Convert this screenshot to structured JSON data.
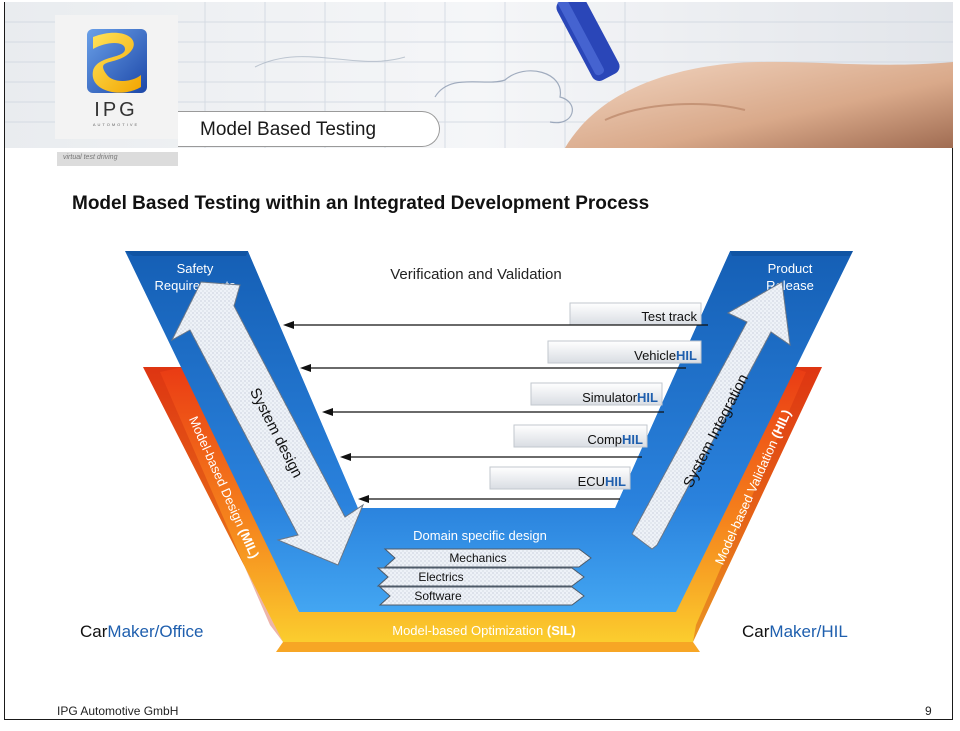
{
  "header": {
    "title": "Model Based Testing",
    "logo_text": "IPG",
    "logo_subtext": "AUTOMOTIVE",
    "tagline": "virtual test driving"
  },
  "heading": "Model Based Testing within an Integrated Development Process",
  "diagram": {
    "left_top": [
      "Safety",
      "Requirements"
    ],
    "right_top": [
      "Product",
      "Release"
    ],
    "center_label": "Verification and Validation",
    "left_arrow": "System design",
    "right_arrow": "System Integration",
    "left_band_prefix": "Model-based Design ",
    "left_band_bold": "(MIL)",
    "right_band_prefix": "Model-based Validation ",
    "right_band_bold": "(HIL)",
    "bottom_band_prefix": "Model-based Optimization ",
    "bottom_band_bold": "(SIL)",
    "domain_title": "Domain specific design",
    "domain_items": [
      "Mechanics",
      "Electrics",
      "Software"
    ],
    "tests": [
      {
        "base": "Test track",
        "hil": ""
      },
      {
        "base": "Vehicle",
        "hil": "HIL"
      },
      {
        "base": "Simulator",
        "hil": "HIL"
      },
      {
        "base": "Comp",
        "hil": "HIL"
      },
      {
        "base": "ECU",
        "hil": "HIL"
      }
    ],
    "left_product": {
      "car": "Car",
      "rest": "Maker/Office"
    },
    "right_product": {
      "car": "Car",
      "rest": "Maker/HIL"
    }
  },
  "footer": {
    "company": "IPG Automotive GmbH",
    "page": "9"
  },
  "colors": {
    "blue": "#1f6fc4",
    "accent_text": "#1f5fae",
    "red": "#e42c14",
    "orange": "#f79a1c",
    "yellow": "#fbcb2c"
  }
}
